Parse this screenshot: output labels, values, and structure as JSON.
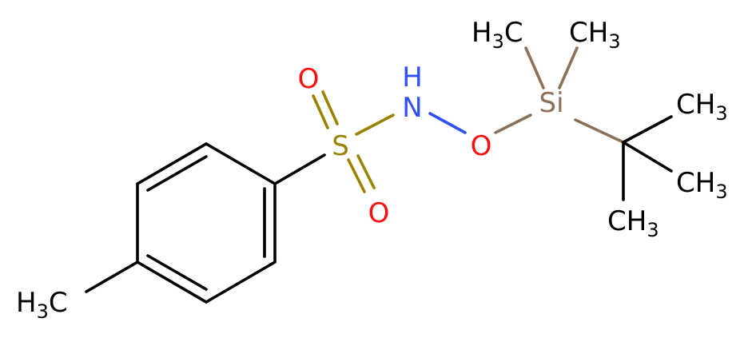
{
  "molecule": {
    "atoms": {
      "sulfur": "S",
      "oxygen_top": "O",
      "oxygen_bottom": "O",
      "nitrogen": "N",
      "hydrogen_on_n": "H",
      "oxygen_link": "O",
      "silicon": "Si",
      "methyl_si_left": {
        "main": "H",
        "sub": "3",
        "tail": "C"
      },
      "methyl_si_right": {
        "main": "CH",
        "sub": "3"
      },
      "tbu_methyl_1": {
        "main": "CH",
        "sub": "3"
      },
      "tbu_methyl_2": {
        "main": "CH",
        "sub": "3"
      },
      "tbu_methyl_3": {
        "main": "CH",
        "sub": "3"
      },
      "aryl_methyl": {
        "main": "H",
        "sub": "3",
        "tail": "C"
      }
    },
    "colors": {
      "carbon_bond": "#000000",
      "sulfur": "#9a8200",
      "oxygen": "#ff0d0d",
      "nitrogen": "#3050f8",
      "silicon": "#8c7058",
      "hydrogen_carbon_label": "#000000"
    }
  }
}
